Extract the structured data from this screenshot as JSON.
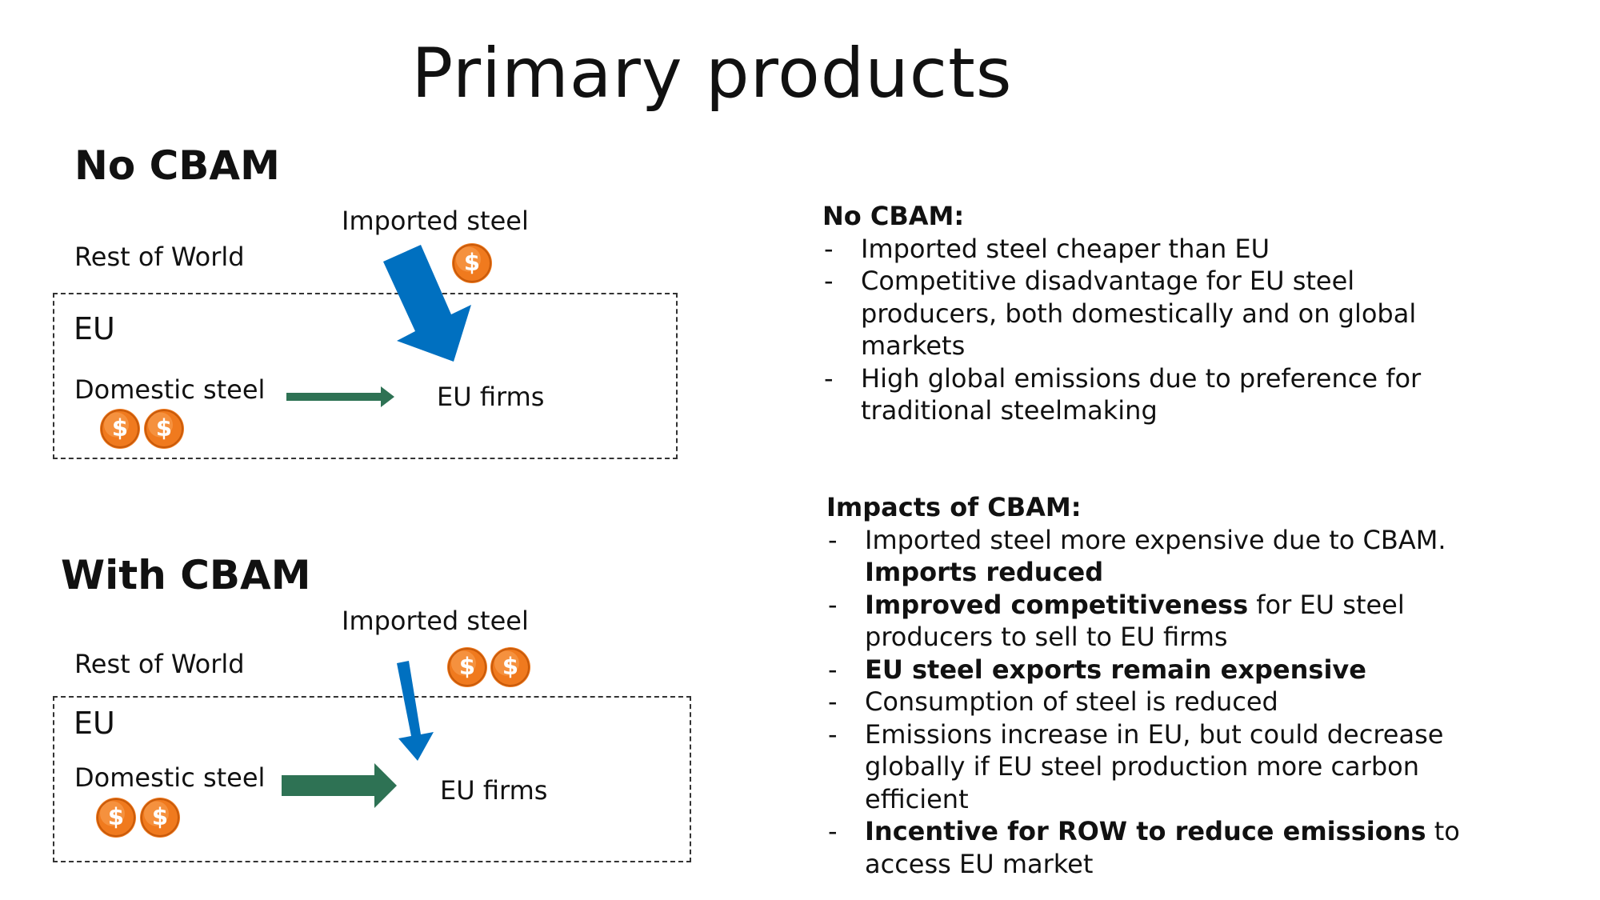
{
  "title": "Primary products",
  "no_cbam": {
    "heading": "No CBAM",
    "rest_of_world": "Rest of World",
    "imported_steel": "Imported steel",
    "eu": "EU",
    "domestic_steel": "Domestic steel",
    "eu_firms": "EU firms",
    "imported_coins": 1,
    "domestic_coins": 2
  },
  "with_cbam": {
    "heading": "With CBAM",
    "rest_of_world": "Rest of World",
    "imported_steel": "Imported steel",
    "eu": "EU",
    "domestic_steel": "Domestic steel",
    "eu_firms": "EU firms",
    "imported_coins": 2,
    "domestic_coins": 2
  },
  "coin_symbol": "$",
  "colors": {
    "import_arrow": "#0070c0",
    "domestic_arrow": "#2e7254",
    "coin": "#f07a1e",
    "coin_highlight": "#f9a45a"
  },
  "no_cbam_panel": {
    "heading": "No CBAM:",
    "bullets": [
      {
        "dash": "-",
        "parts": [
          {
            "text": "Imported steel cheaper than EU",
            "bold": false
          }
        ]
      },
      {
        "dash": "-",
        "parts": [
          {
            "text": "Competitive disadvantage for EU steel producers, both domestically and on global markets",
            "bold": false
          }
        ]
      },
      {
        "dash": "-",
        "parts": [
          {
            "text": "High global emissions due to preference for traditional steelmaking",
            "bold": false
          }
        ]
      }
    ]
  },
  "impacts_panel": {
    "heading": "Impacts of CBAM:",
    "bullets": [
      {
        "dash": "-",
        "parts": [
          {
            "text": "Imported steel more expensive due to CBAM. ",
            "bold": false
          },
          {
            "text": "Imports reduced",
            "bold": true
          }
        ]
      },
      {
        "dash": "-",
        "parts": [
          {
            "text": "Improved competitiveness",
            "bold": true
          },
          {
            "text": " for EU steel producers to sell to EU firms",
            "bold": false
          }
        ]
      },
      {
        "dash": "-",
        "parts": [
          {
            "text": "EU steel exports remain expensive",
            "bold": true
          }
        ]
      },
      {
        "dash": "-",
        "parts": [
          {
            "text": "Consumption of steel is reduced",
            "bold": false
          }
        ]
      },
      {
        "dash": "-",
        "parts": [
          {
            "text": "Emissions increase in EU, but could decrease globally if EU steel production more carbon efficient",
            "bold": false
          }
        ]
      },
      {
        "dash": "-",
        "parts": [
          {
            "text": "Incentive for ROW to reduce emissions",
            "bold": true
          },
          {
            "text": " to access EU market",
            "bold": false
          }
        ]
      }
    ]
  }
}
